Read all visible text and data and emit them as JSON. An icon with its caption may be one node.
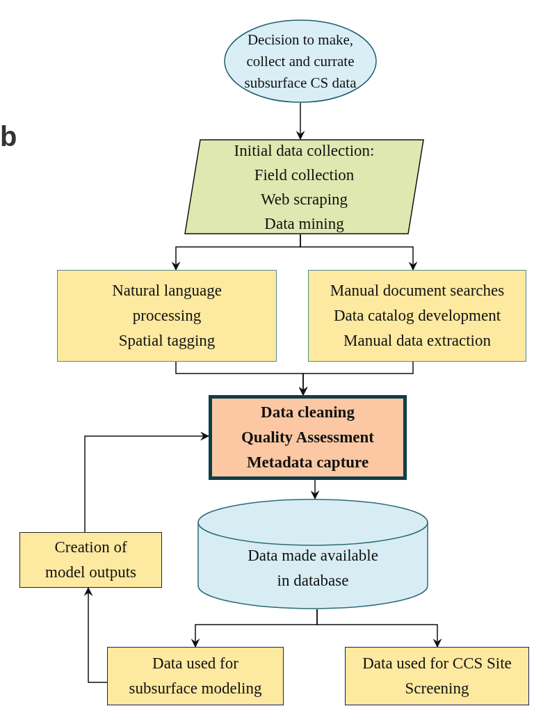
{
  "diagram": {
    "nodes": [
      {
        "text": [
          "Decision to make, collect and currate subsurface CS data"
        ]
      },
      {
        "text": [
          "Initial data collection:",
          "Field collection",
          "Web scraping",
          "Data mining"
        ]
      },
      {
        "text": [
          "Natural language processing",
          "Spatial tagging"
        ]
      },
      {
        "text": [
          "Manual document searches",
          "Data catalog development",
          "Manual data extraction"
        ]
      },
      {
        "text": [
          "Data cleaning",
          "Quality Assessment",
          "Metadata capture"
        ]
      },
      {
        "text": [
          "Data made available in database"
        ]
      },
      {
        "text": [
          "Creation of model outputs"
        ]
      },
      {
        "text": [
          "Data used for subsurface modeling"
        ]
      },
      {
        "text": [
          "Data used for CCS Site Screening"
        ]
      }
    ],
    "edges": [
      {
        "from": 0,
        "to": 1,
        "arrow": "to"
      },
      {
        "from": 1,
        "to": 2,
        "arrow": "to"
      },
      {
        "from": 1,
        "to": 3,
        "arrow": "to"
      },
      {
        "from": 2,
        "to": 4,
        "arrow": "to"
      },
      {
        "from": 3,
        "to": 4,
        "arrow": "to"
      },
      {
        "from": 4,
        "to": 5,
        "arrow": "to"
      },
      {
        "from": 5,
        "to": 7,
        "arrow": "to"
      },
      {
        "from": 5,
        "to": 8,
        "arrow": "to"
      },
      {
        "from": 7,
        "to": 6,
        "arrow": "to"
      },
      {
        "from": 6,
        "to": 4,
        "arrow": "to"
      }
    ],
    "labels": [
      "b"
    ]
  }
}
